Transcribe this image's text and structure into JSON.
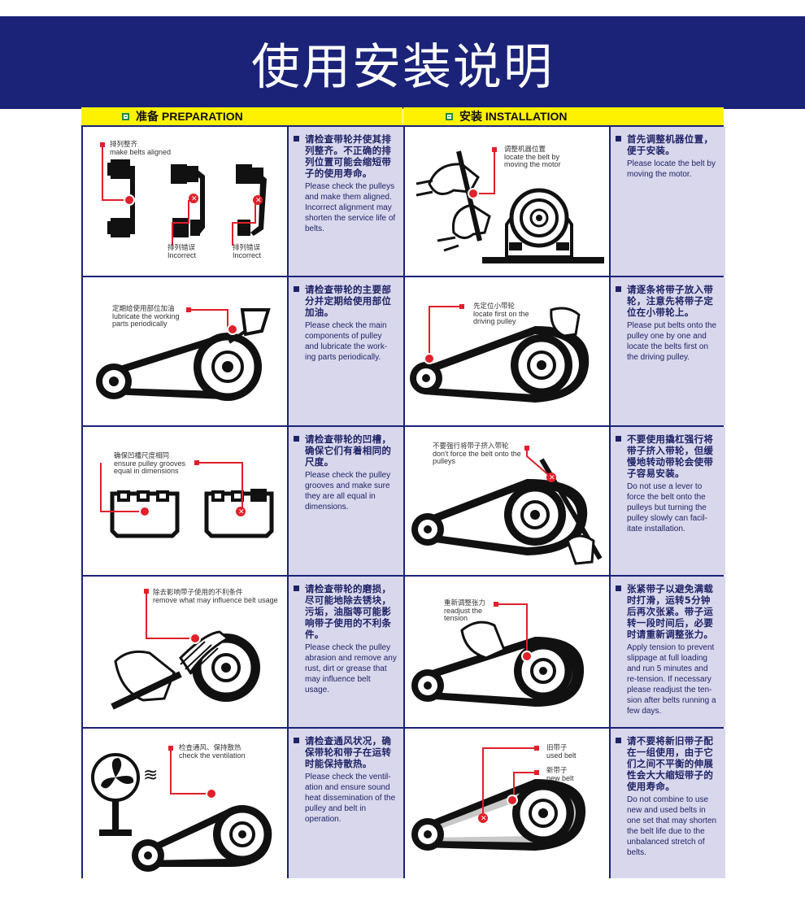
{
  "title": "使用安装说明",
  "sections": {
    "preparation": "准备 PREPARATION",
    "installation": "安装 INSTALLATION"
  },
  "prep": [
    {
      "cn": "请检查带轮并使其排列整齐。不正确的排列位置可能会缩短带子的使用寿命。",
      "en": "Please check the pulleys and make them aligned. Incorrect alignment may shorten the service life of belts.",
      "labels": [
        {
          "cn": "排列整齐",
          "en": "make belts aligned"
        },
        {
          "cn": "排列错误",
          "en": "Incorrect"
        },
        {
          "cn": "排列错误",
          "en": "Incorrect"
        }
      ]
    },
    {
      "cn": "请检查带轮的主要部分并定期给使用部位加油。",
      "en": "Please check the main components of pulley and lubricate the work-ing parts periodically.",
      "labels": [
        {
          "cn": "定期给使用部位加油",
          "en": "lubricate the working parts periodically"
        }
      ]
    },
    {
      "cn": "请检查带轮的凹槽，确保它们有着相同的尺度。",
      "en": "Please check the pulley grooves and make sure they are all equal in dimensions.",
      "labels": [
        {
          "cn": "确保凹槽尺度相同",
          "en": "ensure pulley grooves equal in dimensions"
        }
      ]
    },
    {
      "cn": "请检查带轮的磨损，尽可能地除去锈块，污垢，油脂等可能影响带子使用的不利条件。",
      "en": "Please check the pulley abrasion and remove any rust, dirt or grease that may influence belt usage.",
      "labels": [
        {
          "cn": "除去影响带子使用的不利条件",
          "en": "remove what may influence belt usage"
        }
      ]
    },
    {
      "cn": "请检查通风状况，确保带轮和带子在运转时能保持散热。",
      "en": "Please check the ventil-ation and ensure sound heat dissemination of the pulley and belt in operation.",
      "labels": [
        {
          "cn": "检查通风、保持散热",
          "en": "check the ventilation"
        }
      ]
    }
  ],
  "inst": [
    {
      "cn": "首先调整机器位置，便于安装。",
      "en": "Please locate the belt by moving the motor.",
      "labels": [
        {
          "cn": "调整机器位置",
          "en": "locate the belt by moving the motor"
        }
      ]
    },
    {
      "cn": "请逐条将带子放入带轮，注意先将带子定位在小带轮上。",
      "en": "Please put belts onto the pulley one by one and locate the belts first on the driving pulley.",
      "labels": [
        {
          "cn": "先定位小带轮",
          "en": "locate first on the driving pulley"
        }
      ]
    },
    {
      "cn": "不要使用撬杠强行将带子挤入带轮，但缓慢地转动带轮会使带子容易安装。",
      "en": "Do not use a lever to force the belt onto the pulleys but turning the pulley slowly can facil-itate installation.",
      "labels": [
        {
          "cn": "不要强行将带子挤入带轮",
          "en": "don't force the belt onto the pulleys"
        }
      ]
    },
    {
      "cn": "张紧带子以避免满载时打滑，运转5分钟后再次张紧。带子运转一段时间后，必要时请重新调整张力。",
      "en": "Apply tension to prevent slippage at full loading and run 5 minutes and re-tension. If necessary please readjust the ten-sion after belts running a few days.",
      "labels": [
        {
          "cn": "重新调整张力",
          "en": "readjust the tension"
        }
      ]
    },
    {
      "cn": "请不要将新旧带子配在一组使用，由于它们之间不平衡的伸展性会大大缩短带子的使用寿命。",
      "en": "Do not combine to use new and used belts in one set that may shorten the belt life due to the unbalanced stretch of belts.",
      "labels": [
        {
          "cn": "旧带子",
          "en": "used belt"
        },
        {
          "cn": "新带子",
          "en": "new belt"
        }
      ]
    }
  ],
  "colors": {
    "banner": "#1b2378",
    "section_header": "#fff200",
    "text_panel": "#d9d7ec",
    "callout_red": "#e0202a"
  }
}
